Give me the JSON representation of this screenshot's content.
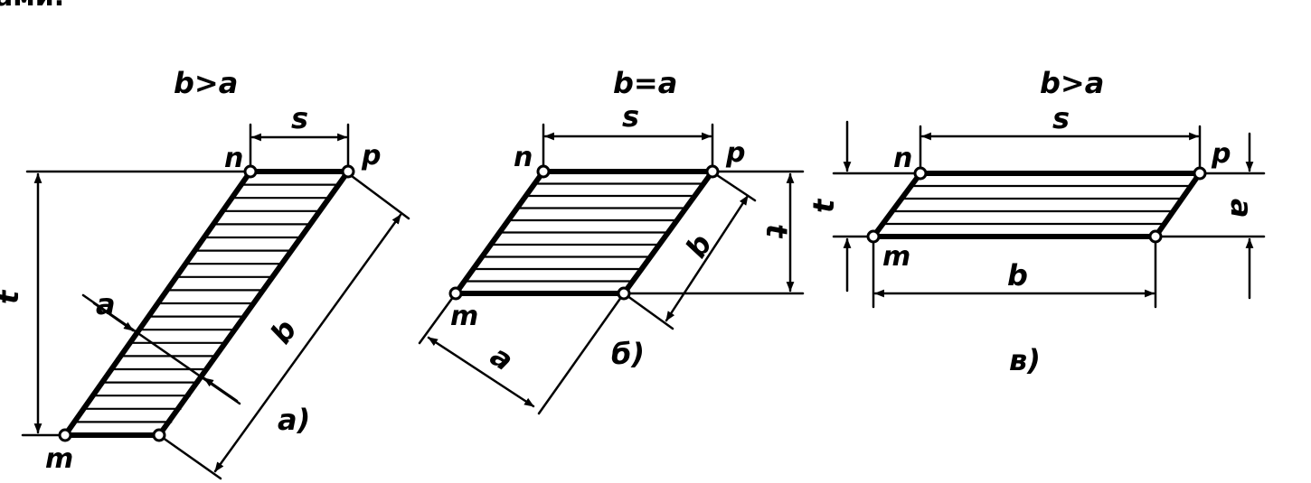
{
  "header_fragment": "ами.",
  "figures": [
    {
      "id": "a",
      "condition": "b>a",
      "caption": "а)",
      "points": {
        "n": "n",
        "p": "p",
        "m": "m"
      },
      "dims": {
        "s": "s",
        "t": "t",
        "a": "a",
        "b": "b"
      }
    },
    {
      "id": "b",
      "condition": "b=a",
      "caption": "б)",
      "points": {
        "n": "n",
        "p": "p",
        "m": "m"
      },
      "dims": {
        "s": "s",
        "t": "t",
        "a": "a",
        "b": "b"
      }
    },
    {
      "id": "c",
      "condition": "b>a",
      "caption": "в)",
      "points": {
        "n": "n",
        "p": "p",
        "m": "m"
      },
      "dims": {
        "s": "s",
        "t": "t",
        "a": "a",
        "b": "b"
      }
    }
  ]
}
